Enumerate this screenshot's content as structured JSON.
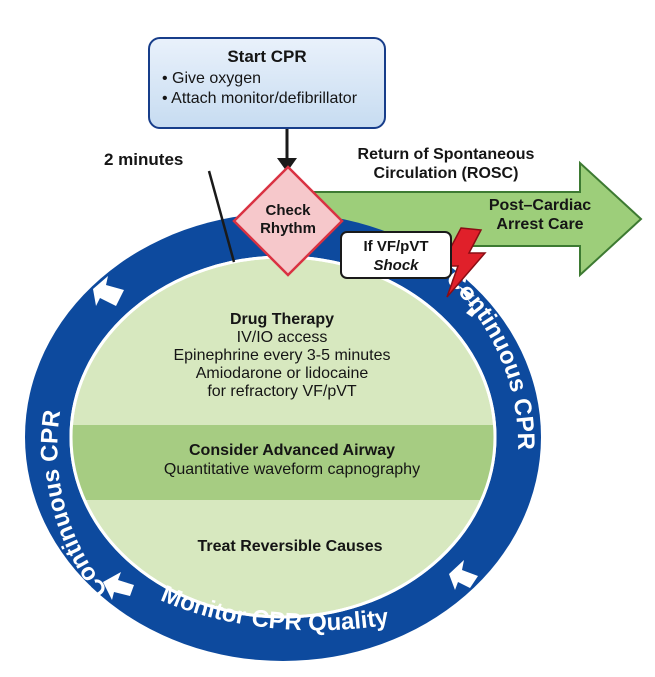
{
  "start": {
    "title": "Start CPR",
    "bullets": [
      "• Give oxygen",
      "• Attach monitor/defibrillator"
    ]
  },
  "two_minutes": "2 minutes",
  "rosc": {
    "line1": "Return of Spontaneous",
    "line2": "Circulation (ROSC)"
  },
  "post_arrest": {
    "line1": "Post–Cardiac",
    "line2": "Arrest Care"
  },
  "check_rhythm": {
    "line1": "Check",
    "line2": "Rhythm"
  },
  "shock": {
    "line1": "If VF/pVT",
    "line2": "Shock"
  },
  "drug_therapy": {
    "heading": "Drug Therapy",
    "lines": [
      "IV/IO access",
      "Epinephrine every 3-5 minutes",
      "Amiodarone or lidocaine",
      "for refractory VF/pVT"
    ]
  },
  "airway": {
    "heading": "Consider Advanced Airway",
    "detail": "Quantitative waveform capnography"
  },
  "causes": "Treat Reversible Causes",
  "ring_labels": {
    "left": "Continuous CPR",
    "right": "Continuous CPR",
    "bottom": "Monitor CPR Quality"
  },
  "colors": {
    "ring_blue": "#0d4a9e",
    "inner_green": "#d7e8bf",
    "airway_band_green": "#a6cc82",
    "rosc_arrow_green": "#9dce7a",
    "diamond_pink": "#f6c8cb",
    "diamond_border": "#d93242",
    "bolt_red": "#e0202a",
    "start_box_blue": "#d6e5f6"
  },
  "icons": [
    "right-arrow-icon",
    "down-arrow-icon",
    "lightning-bolt-icon"
  ]
}
